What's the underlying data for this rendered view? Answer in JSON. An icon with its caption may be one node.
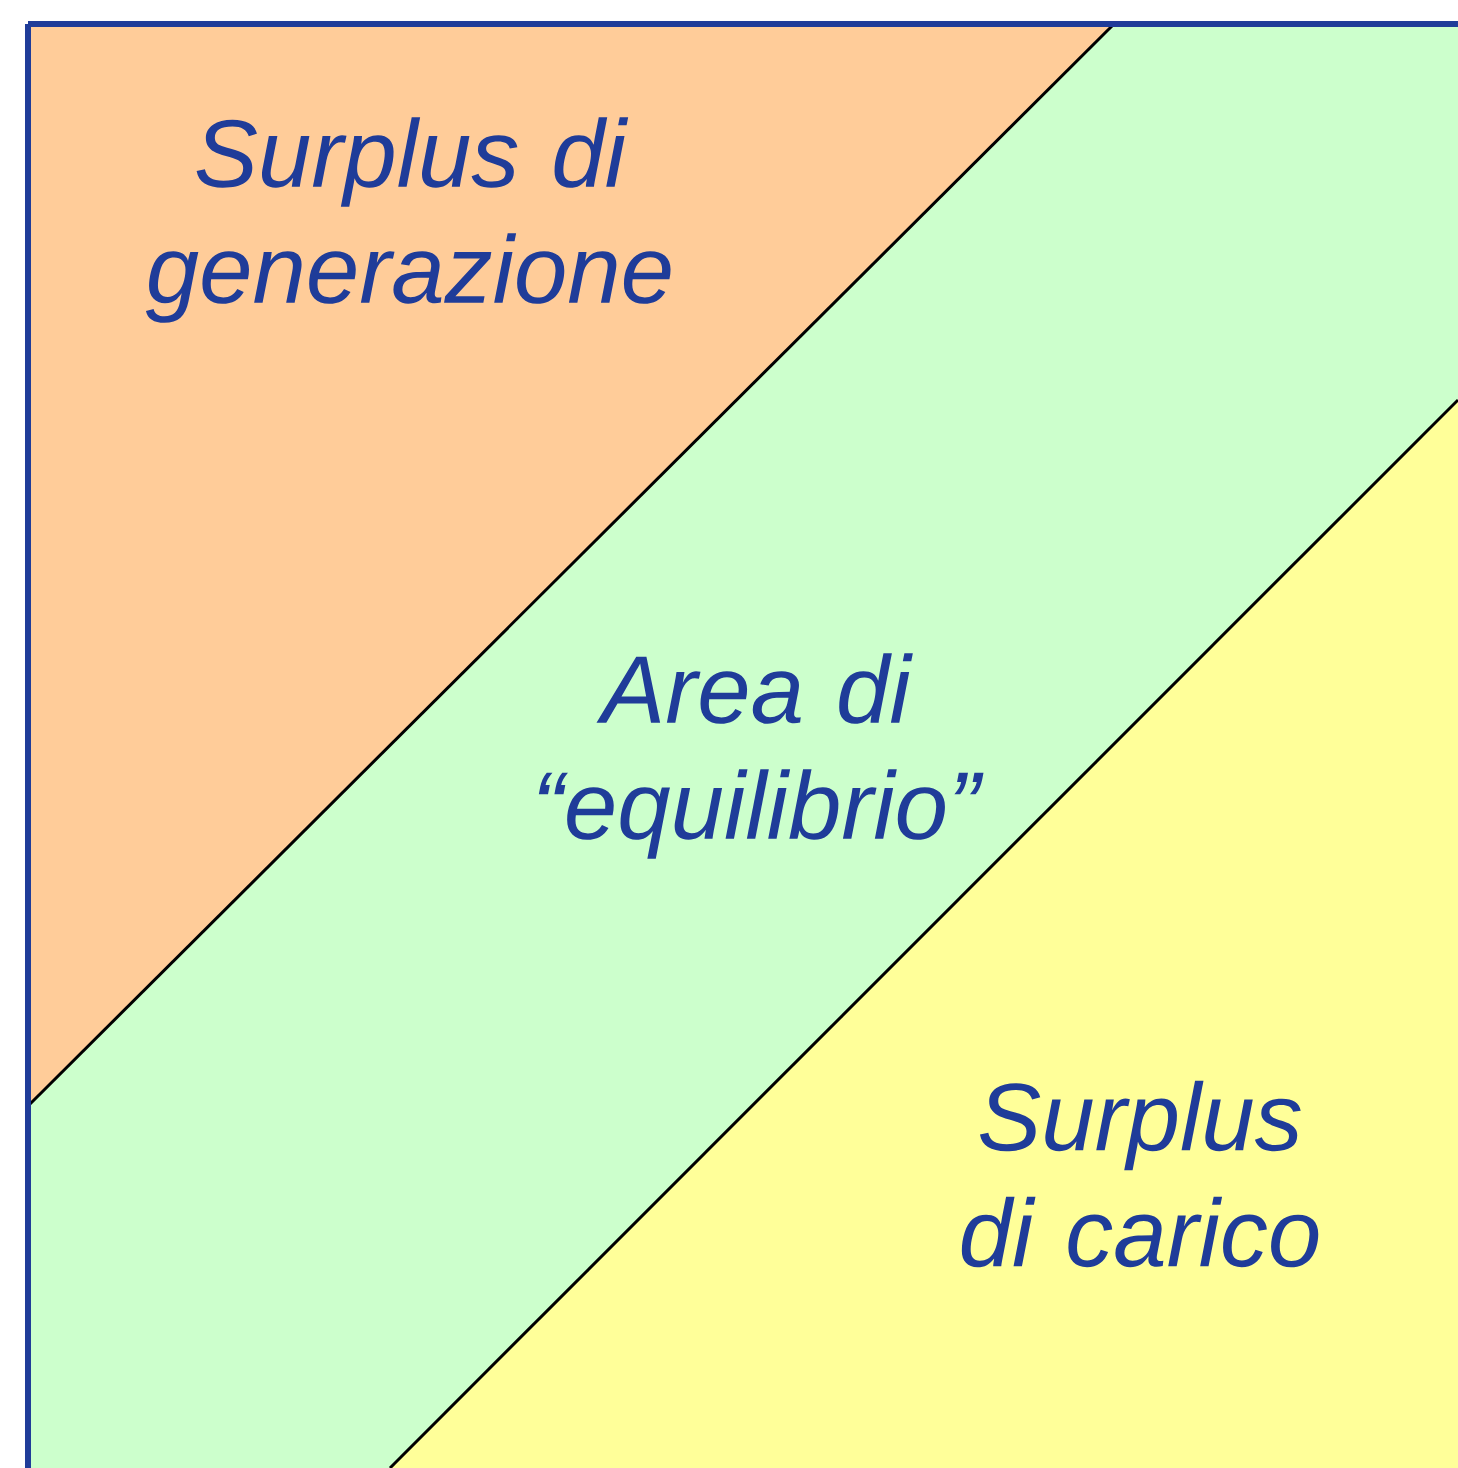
{
  "diagram": {
    "nodes": [
      {
        "text": [
          "Surplus di generazione"
        ]
      },
      {
        "text": [
          "Area di “equilibrio”"
        ]
      },
      {
        "text": [
          "Surplus di carico"
        ]
      }
    ]
  }
}
